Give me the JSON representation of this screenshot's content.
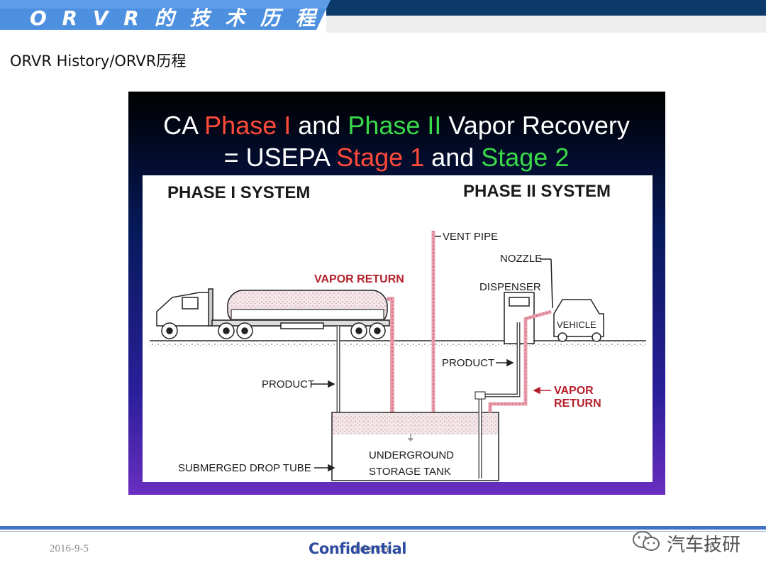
{
  "header": {
    "title": "O R V R 的 技 术 历 程"
  },
  "slide": {
    "subtitle": "ORVR History/ORVR历程"
  },
  "figure": {
    "title_l1_a": "CA ",
    "title_l1_b": "Phase I",
    "title_l1_c": " and ",
    "title_l1_d": "Phase II",
    "title_l1_e": " Vapor Recovery",
    "title_l2_a": "= USEPA ",
    "title_l2_b": "Stage 1",
    "title_l2_c": " and ",
    "title_l2_d": "Stage 2",
    "phase1_heading": "PHASE I SYSTEM",
    "phase2_heading": "PHASE II SYSTEM",
    "vent_pipe": "VENT PIPE",
    "nozzle": "NOZZLE",
    "dispenser": "DISPENSER",
    "vehicle": "VEHICLE",
    "vapor_return_1": "VAPOR RETURN",
    "product_1": "PRODUCT",
    "product_2": "PRODUCT",
    "vapor_return_2a": "VAPOR",
    "vapor_return_2b": "RETURN",
    "tank_l1": "UNDERGROUND",
    "tank_l2": "STORAGE TANK",
    "drop_tube": "SUBMERGED DROP TUBE",
    "colors": {
      "red": "#ff4a3a",
      "green": "#39d94a",
      "label_red": "#b51f2a"
    }
  },
  "footer": {
    "date": "2016-9-5",
    "confidential": "Confidential",
    "confidential_small": "fidential",
    "page": "16",
    "wechat_text": "汽车技研"
  }
}
